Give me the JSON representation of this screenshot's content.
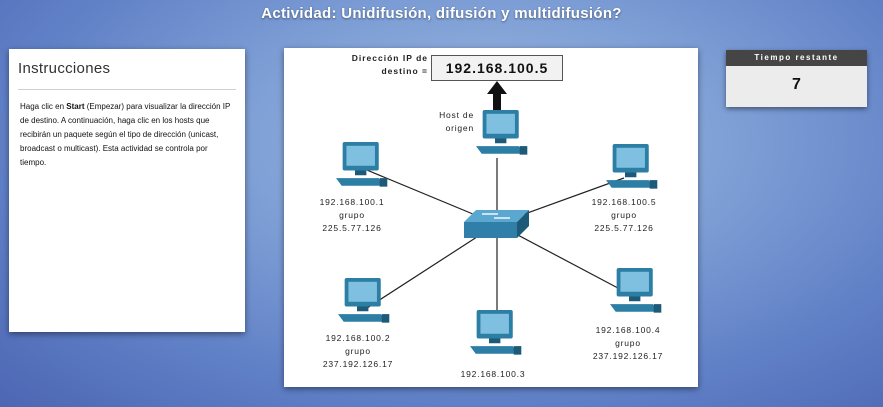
{
  "title": "Actividad: Unidifusión, difusión y multidifusión?",
  "instructions": {
    "heading": "Instrucciones",
    "text_before": "Haga clic en ",
    "text_bold": "Start",
    "text_after": " (Empezar) para visualizar la dirección IP de destino. A continuación, haga clic en los hosts que recibirán un paquete según el tipo de dirección (unicast, broadcast o multicast). Esta actividad se controla por tiempo."
  },
  "timer": {
    "label": "Tiempo restante",
    "value": "7"
  },
  "network": {
    "dest_label_line1": "Dirección IP de",
    "dest_label_line2": "destino =",
    "dest_ip": "192.168.100.5",
    "origin_line1": "Host de",
    "origin_line2": "origen",
    "hosts": [
      {
        "ip": "192.168.100.1",
        "group_label": "grupo",
        "group": "225.5.77.126"
      },
      {
        "ip": "192.168.100.5",
        "group_label": "grupo",
        "group": "225.5.77.126"
      },
      {
        "ip": "192.168.100.2",
        "group_label": "grupo",
        "group": "237.192.126.17"
      },
      {
        "ip": "192.168.100.3"
      },
      {
        "ip": "192.168.100.4",
        "group_label": "grupo",
        "group": "237.192.126.17"
      }
    ]
  },
  "colors": {
    "pc_blue": "#2d7ea5",
    "pc_dark": "#1d5a78",
    "switch": "#2f7fa8"
  }
}
